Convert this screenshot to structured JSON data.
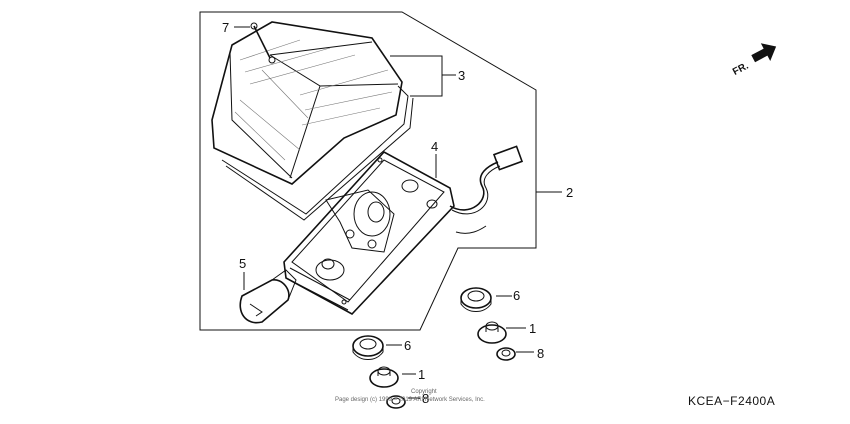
{
  "callouts": [
    "1",
    "2",
    "3",
    "4",
    "5",
    "6",
    "7",
    "8"
  ],
  "direction_label": "FR.",
  "diagram_code": "KCEA−F2400A",
  "copyright": {
    "line1": "Copyright",
    "line2": "Page design (c) 1999 – 2019 ARI Network Services, Inc."
  }
}
